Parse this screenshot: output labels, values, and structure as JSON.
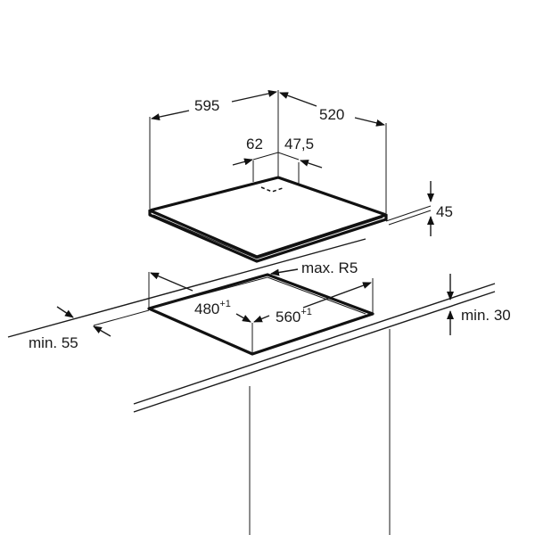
{
  "drawing": {
    "hob": {
      "width": "595",
      "depth": "520",
      "offset_left": "62",
      "offset_back": "47,5",
      "height": "45"
    },
    "cutout": {
      "depth": "480",
      "depth_tolerance": "+1",
      "width": "560",
      "width_tolerance": "+1",
      "corner_radius": "max. R5",
      "front_distance": "min. 55",
      "top_clearance": "min. 30"
    }
  }
}
